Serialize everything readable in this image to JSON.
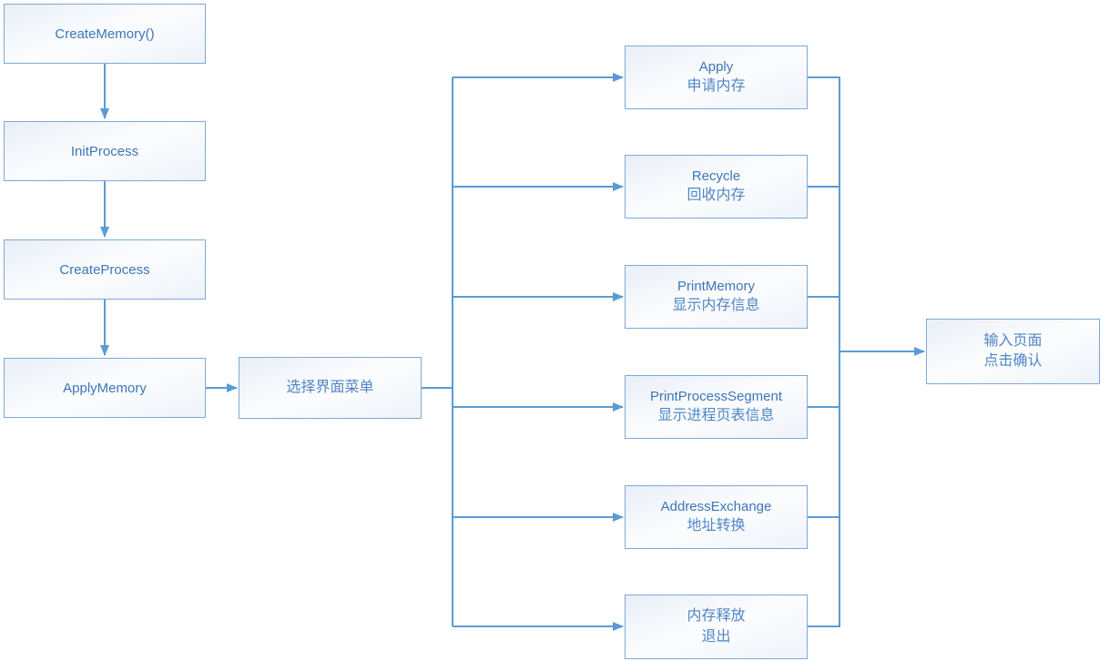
{
  "diagram": {
    "left_chain": [
      {
        "label": "CreateMemory()"
      },
      {
        "label": "InitProcess"
      },
      {
        "label": "CreateProcess"
      },
      {
        "label": "ApplyMemory"
      }
    ],
    "menu": {
      "label": "选择界面菜单"
    },
    "branches": [
      {
        "title": "Apply",
        "subtitle": "申请内存"
      },
      {
        "title": "Recycle",
        "subtitle": "回收内存"
      },
      {
        "title": "PrintMemory",
        "subtitle": "显示内存信息"
      },
      {
        "title": "PrintProcessSegment",
        "subtitle": "显示进程页表信息"
      },
      {
        "title": "AddressExchange",
        "subtitle": "地址转换"
      },
      {
        "title": "内存释放",
        "subtitle": "退出"
      }
    ],
    "result": {
      "line1": "输入页面",
      "line2": "点击确认"
    },
    "colors": {
      "connector": "#5b9bd5",
      "node_border": "#7fa8d8",
      "en_text": "#3c76b8",
      "zh_text": "#4f86c6"
    }
  }
}
